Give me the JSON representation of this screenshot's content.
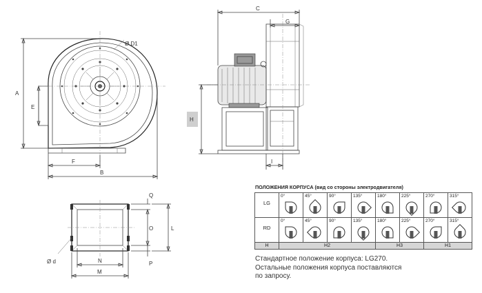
{
  "dimensions": {
    "A": "A",
    "B": "B",
    "C": "C",
    "D1": "Ø D1",
    "E": "E",
    "F": "F",
    "G": "G",
    "H": "H",
    "I": "I",
    "L": "L",
    "M": "M",
    "N": "N",
    "O": "O",
    "P": "P",
    "Q": "Q",
    "d": "Ø d"
  },
  "positions": {
    "title": "ПОЛОЖЕНИЯ КОРПУСА (вид со стороны электродвигателя)",
    "rows": [
      {
        "label": "LG",
        "angles": [
          "0°",
          "45°",
          "90°",
          "135°",
          "180°",
          "225°",
          "270°",
          "315°"
        ]
      },
      {
        "label": "RD",
        "angles": [
          "0°",
          "45°",
          "90°",
          "135°",
          "180°",
          "225°",
          "270°",
          "315°"
        ]
      }
    ],
    "groups": [
      {
        "name": "H",
        "span": 1
      },
      {
        "name": "H2",
        "span": 4
      },
      {
        "name": "H3",
        "span": 2
      },
      {
        "name": "H1",
        "span": 2
      }
    ]
  },
  "note": {
    "line1": "Стандартное положение корпуса: LG270.",
    "line2": "Остальные положения корпуса поставляются",
    "line3": "по запросу."
  }
}
